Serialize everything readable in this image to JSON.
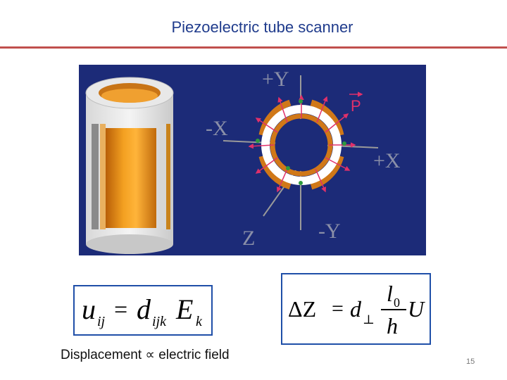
{
  "slide": {
    "title": "Piezoelectric tube scanner",
    "caption": "Displacement ∝ electric field",
    "page_number": "15"
  },
  "diagram": {
    "labels": {
      "plus_y": "+Y",
      "minus_x": "-X",
      "plus_x": "+X",
      "minus_y": "-Y",
      "z": "Z",
      "p": "P"
    }
  },
  "equations": {
    "eq1": {
      "lhs_base": "u",
      "lhs_sub": "ij",
      "equals": "=",
      "rhs_d": "d",
      "rhs_d_sub": "ijk",
      "rhs_e": "E",
      "rhs_e_sub": "k"
    },
    "eq2": {
      "lhs": "ΔZ",
      "equals": "=",
      "d": "d",
      "d_sub": "⊥",
      "numerator": "l",
      "numerator_sub": "0",
      "denominator": "h",
      "u": "U"
    }
  },
  "colors": {
    "panel_bg": "#1c2b78",
    "title": "#1f3b8c",
    "rule": "#c0504d",
    "electrode": "#d07818",
    "arrow": "#e0306a",
    "axis_dot": "#2e9a3e",
    "eq_border": "#1f4fa8"
  }
}
